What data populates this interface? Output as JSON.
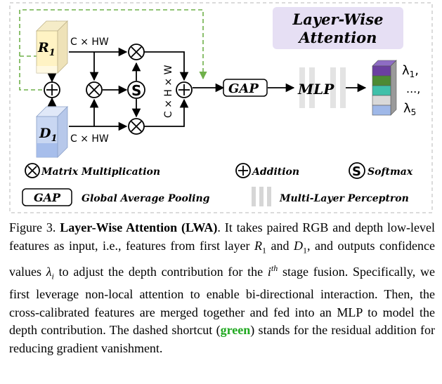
{
  "figure": {
    "r1_label": "R",
    "r1_sub": "1",
    "d1_label": "D",
    "d1_sub": "1",
    "dim_top": "C × HW",
    "dim_bottom": "C × HW",
    "dim_vertical": "C × H × W",
    "gap_label": "GAP",
    "mlp_label": "MLP",
    "lwa_title_line1": "Layer-Wise",
    "lwa_title_line2": "Attention",
    "lambda_1": "λ",
    "lambda_1_sub": "1",
    "lambda_1_comma": ",",
    "lambda_dots": "...,",
    "lambda_5": "λ",
    "lambda_5_sub": "5",
    "legend": {
      "matmul": "Matrix Multiplication",
      "addition": "Addition",
      "softmax": "Softmax",
      "gap_box": "GAP",
      "gap": "Global Average Pooling",
      "mlp": "Multi-Layer Perceptron"
    },
    "colors": {
      "shortcut": "#6fb04a",
      "title_box": "#e6dff4",
      "r1_fill": "#fff3c4",
      "d1_fill": "#c9d7f2",
      "stack": [
        "#6b3fa0",
        "#4d8a33",
        "#3fc0a9",
        "#d9d9d9",
        "#9fb8e8"
      ]
    }
  },
  "caption": {
    "fig_label": "Figure 3.",
    "title": "Layer-Wise Attention (LWA)",
    "t1": ". It takes paired RGB and depth low-level features as input, i.e., features from first layer ",
    "r1": "R",
    "r1_sub": "1",
    "t2": " and ",
    "d1": "D",
    "d1_sub": "1",
    "t3": ", and outputs confidence values ",
    "lambda": "λ",
    "lambda_sub": "i",
    "t4": " to adjust the depth contribution for the ",
    "ith": "i",
    "ith_sup": "th",
    "t5": " stage fusion. Specifically, we first leverage non-local attention to enable bi-directional interaction. Then, the cross-calibrated features are merged together and fed into an MLP to model the depth contribution. The dashed shortcut (",
    "green": "green",
    "t6": ") stands for the residual addition for reducing gradient vanishment."
  }
}
